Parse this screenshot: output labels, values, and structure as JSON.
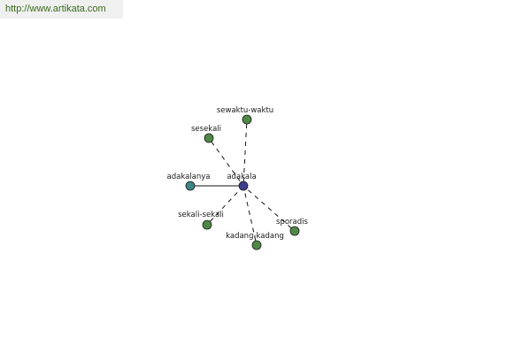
{
  "source_url": "http://www.artikata.com",
  "colors": {
    "source_text": "#3a6a1c",
    "center_node": "#3e3e8c",
    "primary_node": "#3f8585",
    "secondary_node": "#4e8a45",
    "edge": "#111111"
  },
  "graph": {
    "center": {
      "id": "center",
      "label": "adakala"
    },
    "nodes": [
      {
        "id": "sewaktu-waktu",
        "label": "sewaktu-waktu",
        "kind": "secondary",
        "link": "dashed"
      },
      {
        "id": "sesekali",
        "label": "sesekali",
        "kind": "secondary",
        "link": "dashed"
      },
      {
        "id": "adakalanya",
        "label": "adakalanya",
        "kind": "primary",
        "link": "solid"
      },
      {
        "id": "sekali-sekali",
        "label": "sekali-sekali",
        "kind": "secondary",
        "link": "dashed"
      },
      {
        "id": "kadang-kadang",
        "label": "kadang-kadang",
        "kind": "secondary",
        "link": "dashed"
      },
      {
        "id": "sporadis",
        "label": "sporadis",
        "kind": "secondary",
        "link": "dashed"
      }
    ]
  }
}
